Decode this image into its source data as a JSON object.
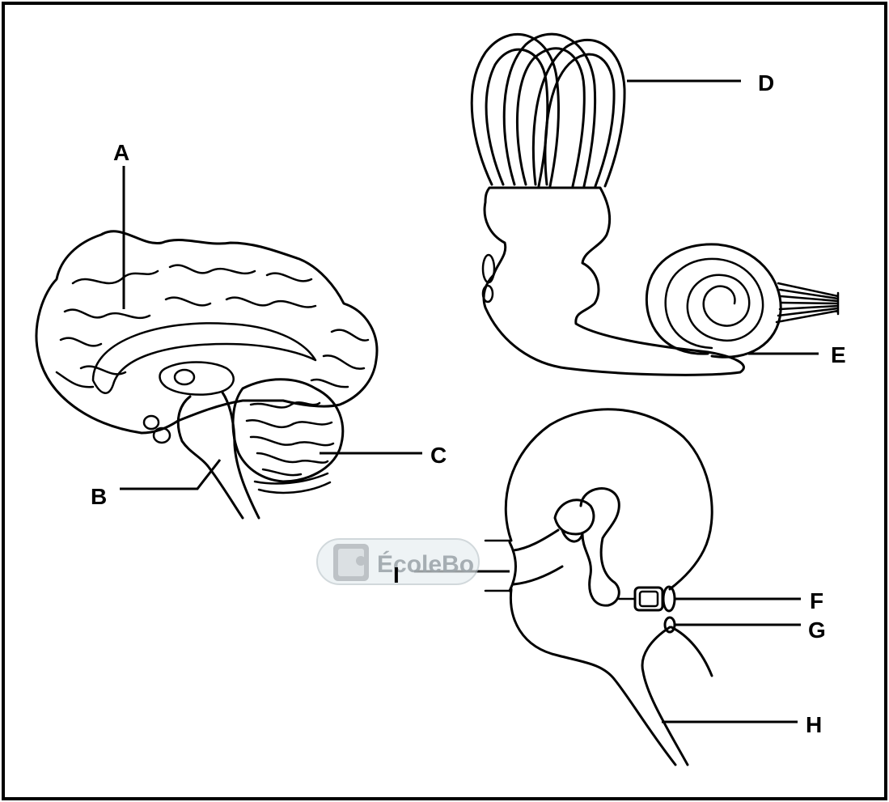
{
  "labels": {
    "A": "A",
    "B": "B",
    "C": "C",
    "D": "D",
    "E": "E",
    "F": "F",
    "G": "G",
    "H": "H",
    "I": "I"
  },
  "watermark": {
    "text": "ÉcoleBo",
    "color": "#9aa3a8"
  }
}
